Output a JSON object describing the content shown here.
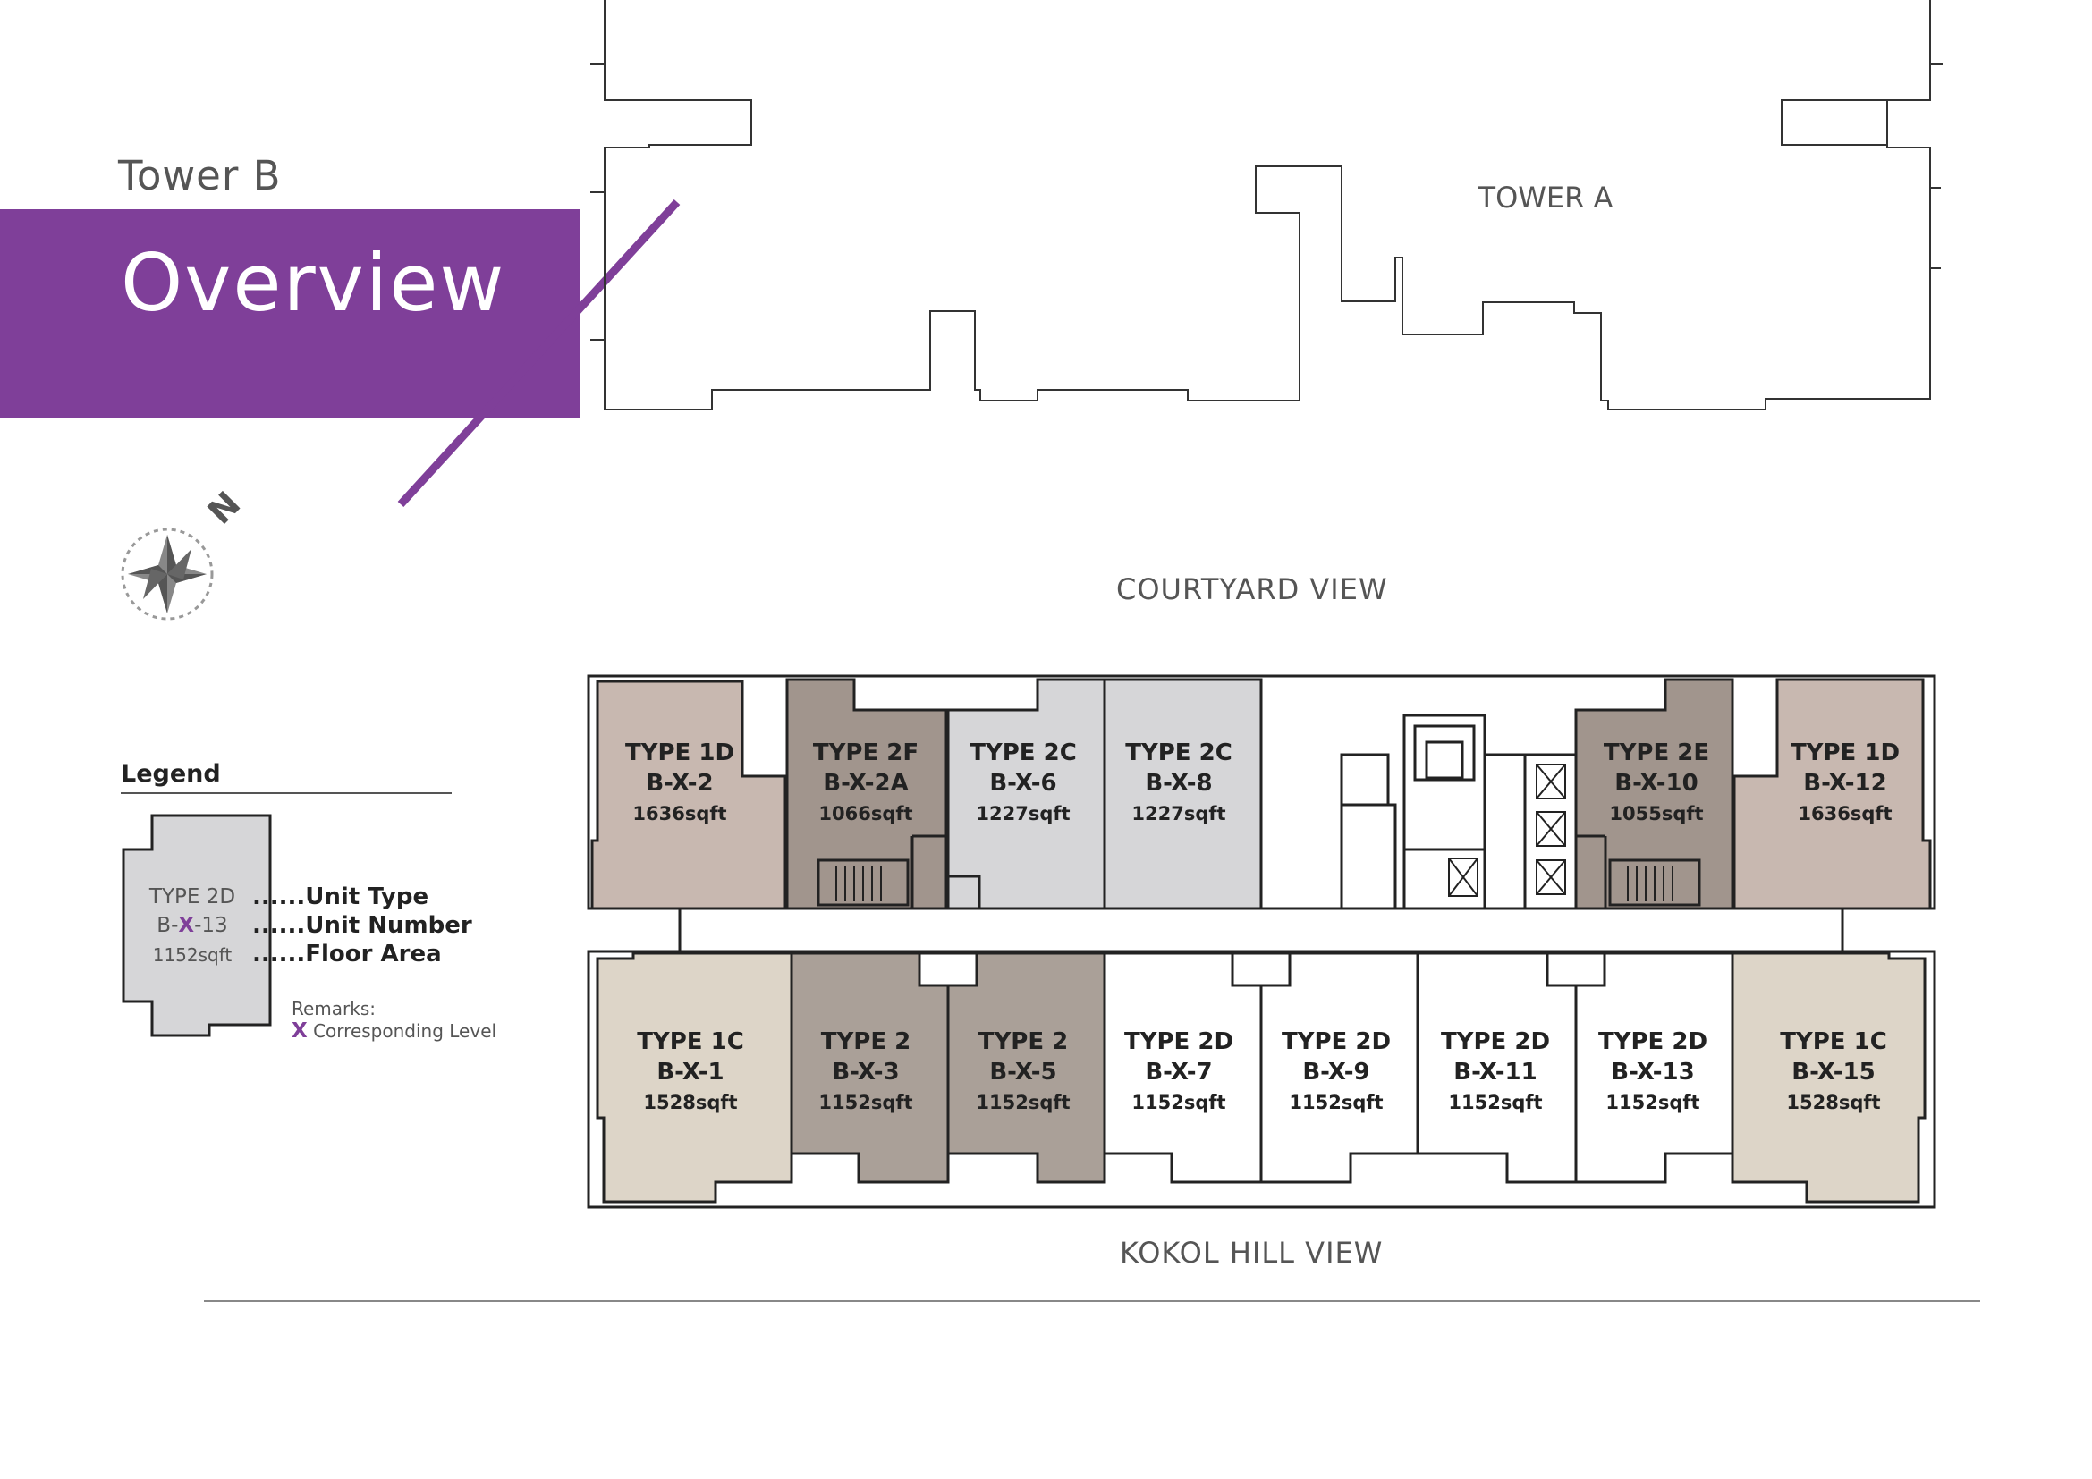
{
  "header": {
    "tower": "Tower B",
    "title": "Overview"
  },
  "compass": {
    "north_label": "N"
  },
  "site": {
    "tower_a_label": "TOWER A"
  },
  "views": {
    "top": "COURTYARD VIEW",
    "bottom": "KOKOL HILL VIEW"
  },
  "legend": {
    "title": "Legend",
    "sample_type": "TYPE 2D",
    "sample_unit_prefix": "B-",
    "sample_unit_x": "X",
    "sample_unit_suffix": "-13",
    "sample_area": "1152sqft",
    "type_desc": "......Unit Type",
    "unit_desc": "......Unit Number",
    "area_desc": "......Floor Area",
    "remarks_title": "Remarks:",
    "remarks_x": "X",
    "remarks_text": "Corresponding Level"
  },
  "units_top": [
    {
      "type": "TYPE 1D",
      "number": "B-X-2",
      "area": "1636sqft",
      "color": "#c8b8b0"
    },
    {
      "type": "TYPE 2F",
      "number": "B-X-2A",
      "area": "1066sqft",
      "color": "#a1958d"
    },
    {
      "type": "TYPE 2C",
      "number": "B-X-6",
      "area": "1227sqft",
      "color": "#d6d6d8"
    },
    {
      "type": "TYPE 2C",
      "number": "B-X-8",
      "area": "1227sqft",
      "color": "#d6d6d8"
    },
    {
      "type": "TYPE 2E",
      "number": "B-X-10",
      "area": "1055sqft",
      "color": "#a1958d"
    },
    {
      "type": "TYPE 1D",
      "number": "B-X-12",
      "area": "1636sqft",
      "color": "#c8b8b0"
    }
  ],
  "units_bottom": [
    {
      "type": "TYPE 1C",
      "number": "B-X-1",
      "area": "1528sqft",
      "color": "#ddd5c8"
    },
    {
      "type": "TYPE 2",
      "number": "B-X-3",
      "area": "1152sqft",
      "color": "#aaa098"
    },
    {
      "type": "TYPE 2",
      "number": "B-X-5",
      "area": "1152sqft",
      "color": "#aaa098"
    },
    {
      "type": "TYPE 2D",
      "number": "B-X-7",
      "area": "1152sqft",
      "color": "#ffffff"
    },
    {
      "type": "TYPE 2D",
      "number": "B-X-9",
      "area": "1152sqft",
      "color": "#ffffff"
    },
    {
      "type": "TYPE 2D",
      "number": "B-X-11",
      "area": "1152sqft",
      "color": "#ffffff"
    },
    {
      "type": "TYPE 2D",
      "number": "B-X-13",
      "area": "1152sqft",
      "color": "#ffffff"
    },
    {
      "type": "TYPE 1C",
      "number": "B-X-15",
      "area": "1528sqft",
      "color": "#ddd5c8"
    }
  ],
  "colors": {
    "accent": "#7f3f99",
    "outline": "#222222"
  }
}
